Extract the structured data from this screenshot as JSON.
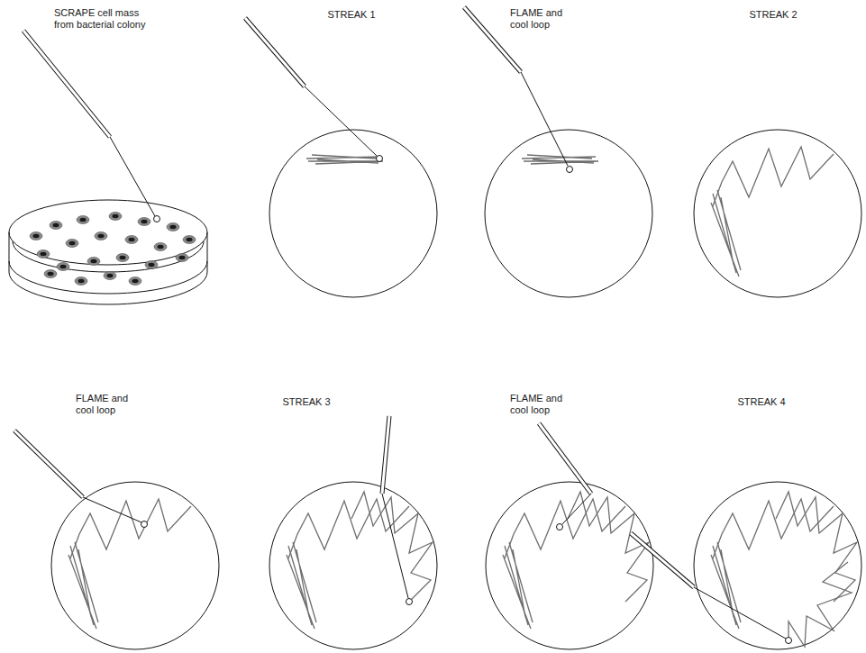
{
  "diagram": {
    "labels": [
      "SCRAPE cell mass from bacterial colony",
      "STREAK 1",
      "FLAME and cool loop",
      "STREAK 2",
      "FLAME and cool loop",
      "STREAK 3",
      "FLAME and cool loop",
      "STREAK 4"
    ]
  }
}
